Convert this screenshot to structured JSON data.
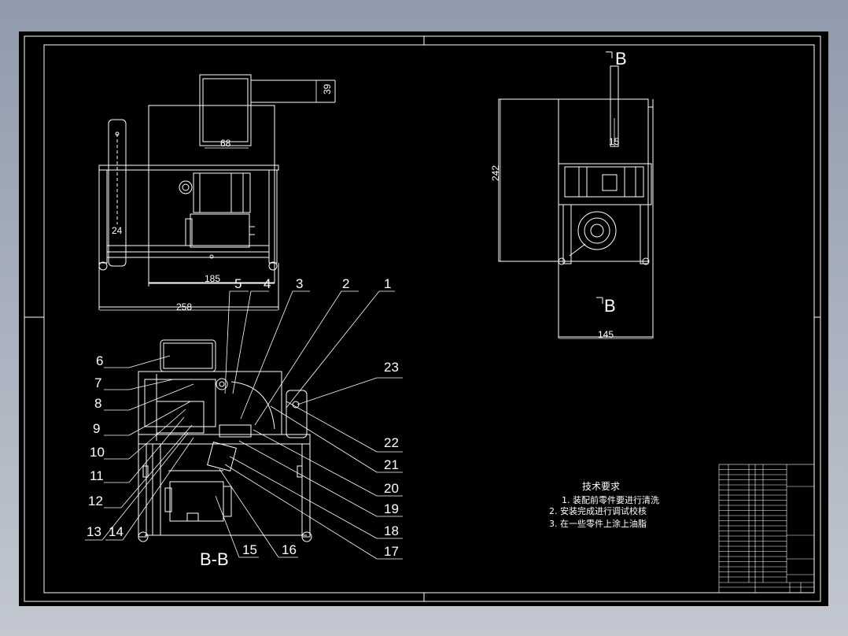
{
  "drawing": {
    "top_view_dims": {
      "handle_height": "39",
      "handle_width": "68",
      "upright_height": "24",
      "base_width": "185",
      "overall_width": "258"
    },
    "side_view_dims": {
      "overall_height": "242",
      "post_height": "15",
      "base_width": "145"
    },
    "section_marks": {
      "top_label": "B",
      "bottom_label": "B",
      "section_title": "B-B"
    },
    "part_numbers_top": [
      "5",
      "4",
      "3",
      "2",
      "1"
    ],
    "part_numbers_left": [
      "6",
      "7",
      "8",
      "9",
      "10",
      "11",
      "12",
      "13",
      "14"
    ],
    "part_numbers_bottom": [
      "15",
      "16"
    ],
    "part_numbers_right": [
      "23",
      "22",
      "21",
      "20",
      "19",
      "18",
      "17"
    ],
    "tech_requirements": {
      "title": "技术要求",
      "items": [
        "1. 装配前零件要进行清洗",
        "2. 安装完成进行调试校核",
        "3. 在一些零件上涂上油脂"
      ]
    }
  },
  "colors": {
    "background": "#8f9aab",
    "sheet": "#000000",
    "line": "#ffffff"
  }
}
